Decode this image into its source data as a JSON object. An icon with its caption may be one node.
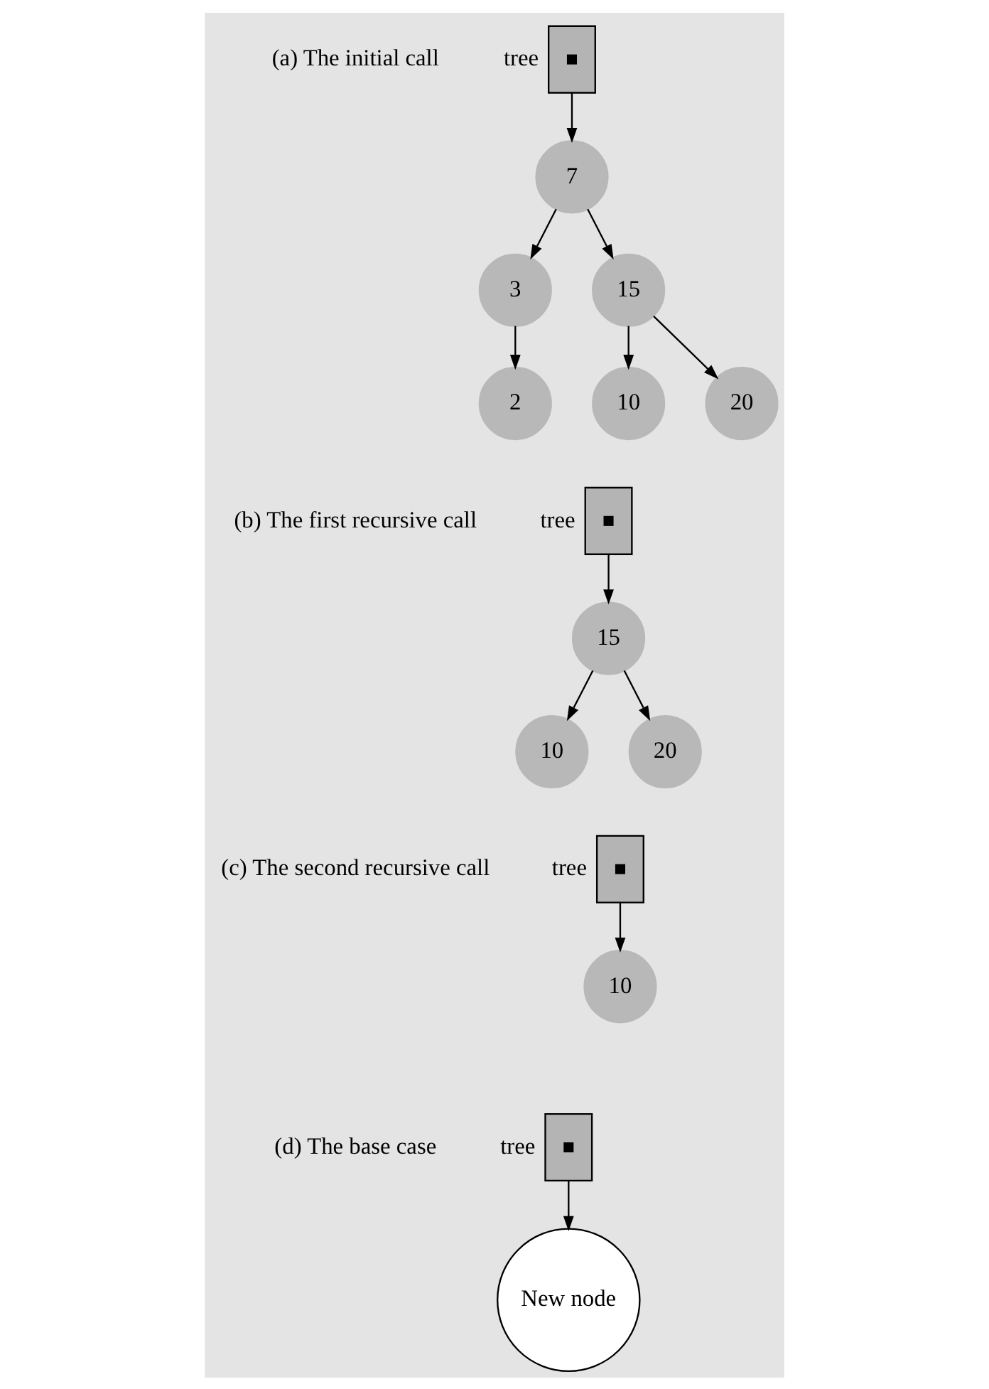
{
  "diagram": {
    "nodes": [
      {
        "text": [],
        "shape": "box",
        "beside": [
          "tree"
        ]
      },
      {
        "text": [
          "7"
        ]
      },
      {
        "text": [
          "3"
        ]
      },
      {
        "text": [
          "15"
        ]
      },
      {
        "text": [
          "2"
        ]
      },
      {
        "text": [
          "10"
        ]
      },
      {
        "text": [
          "20"
        ]
      },
      {
        "text": [],
        "shape": "box",
        "beside": [
          "tree"
        ]
      },
      {
        "text": [
          "15"
        ]
      },
      {
        "text": [
          "10"
        ]
      },
      {
        "text": [
          "20"
        ]
      },
      {
        "text": [],
        "shape": "box",
        "beside": [
          "tree"
        ]
      },
      {
        "text": [
          "10"
        ]
      },
      {
        "text": [],
        "shape": "box",
        "beside": [
          "tree"
        ]
      },
      {
        "text": [
          "New node"
        ]
      }
    ],
    "edges": [
      {
        "from": 0,
        "to": 1,
        "arrow": "to"
      },
      {
        "from": 1,
        "to": 2,
        "arrow": "to"
      },
      {
        "from": 1,
        "to": 3,
        "arrow": "to"
      },
      {
        "from": 2,
        "to": 4,
        "arrow": "to"
      },
      {
        "from": 3,
        "to": 5,
        "arrow": "to"
      },
      {
        "from": 3,
        "to": 6,
        "arrow": "to"
      },
      {
        "from": 7,
        "to": 8,
        "arrow": "to"
      },
      {
        "from": 8,
        "to": 9,
        "arrow": "to"
      },
      {
        "from": 8,
        "to": 10,
        "arrow": "to"
      },
      {
        "from": 11,
        "to": 12,
        "arrow": "to"
      },
      {
        "from": 13,
        "to": 14,
        "arrow": "to"
      }
    ],
    "labels": [
      "(a) The initial call",
      "(b) The first recursive call",
      "(c) The second recursive call",
      "(d) The base case"
    ]
  }
}
